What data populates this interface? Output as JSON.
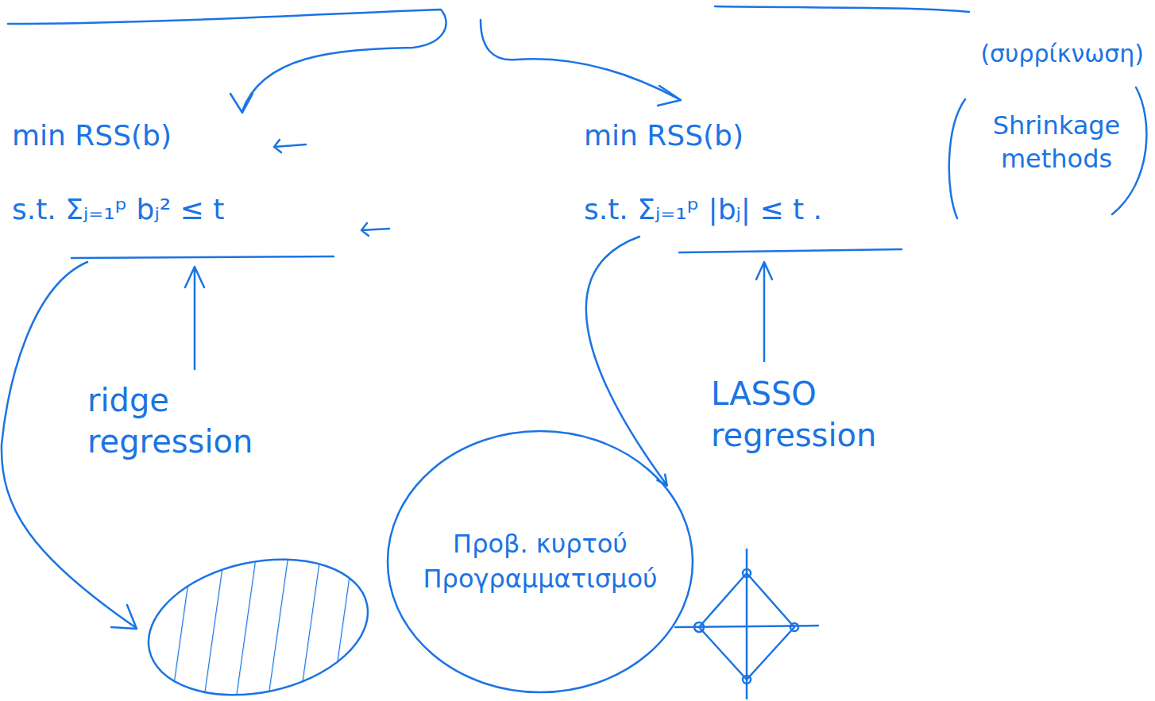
{
  "diagram": {
    "nodes": [
      {
        "text": [
          "min RSS(b)",
          "s.t. Σⱼ₌₁ᵖ bⱼ² ≤ t"
        ]
      },
      {
        "text": [
          "min RSS(b)",
          "s.t. Σⱼ₌₁ᵖ |bⱼ| ≤ t ."
        ]
      },
      {
        "text": [
          "Προβ. κυρτού Προγραμματισμού"
        ]
      }
    ],
    "edges": [
      {
        "from": 1,
        "to": 2,
        "arrow": "to"
      }
    ],
    "labels": [
      "ridge regression",
      "LASSO regression",
      "(συρρίκνωση)",
      "Shrinkage methods"
    ]
  }
}
